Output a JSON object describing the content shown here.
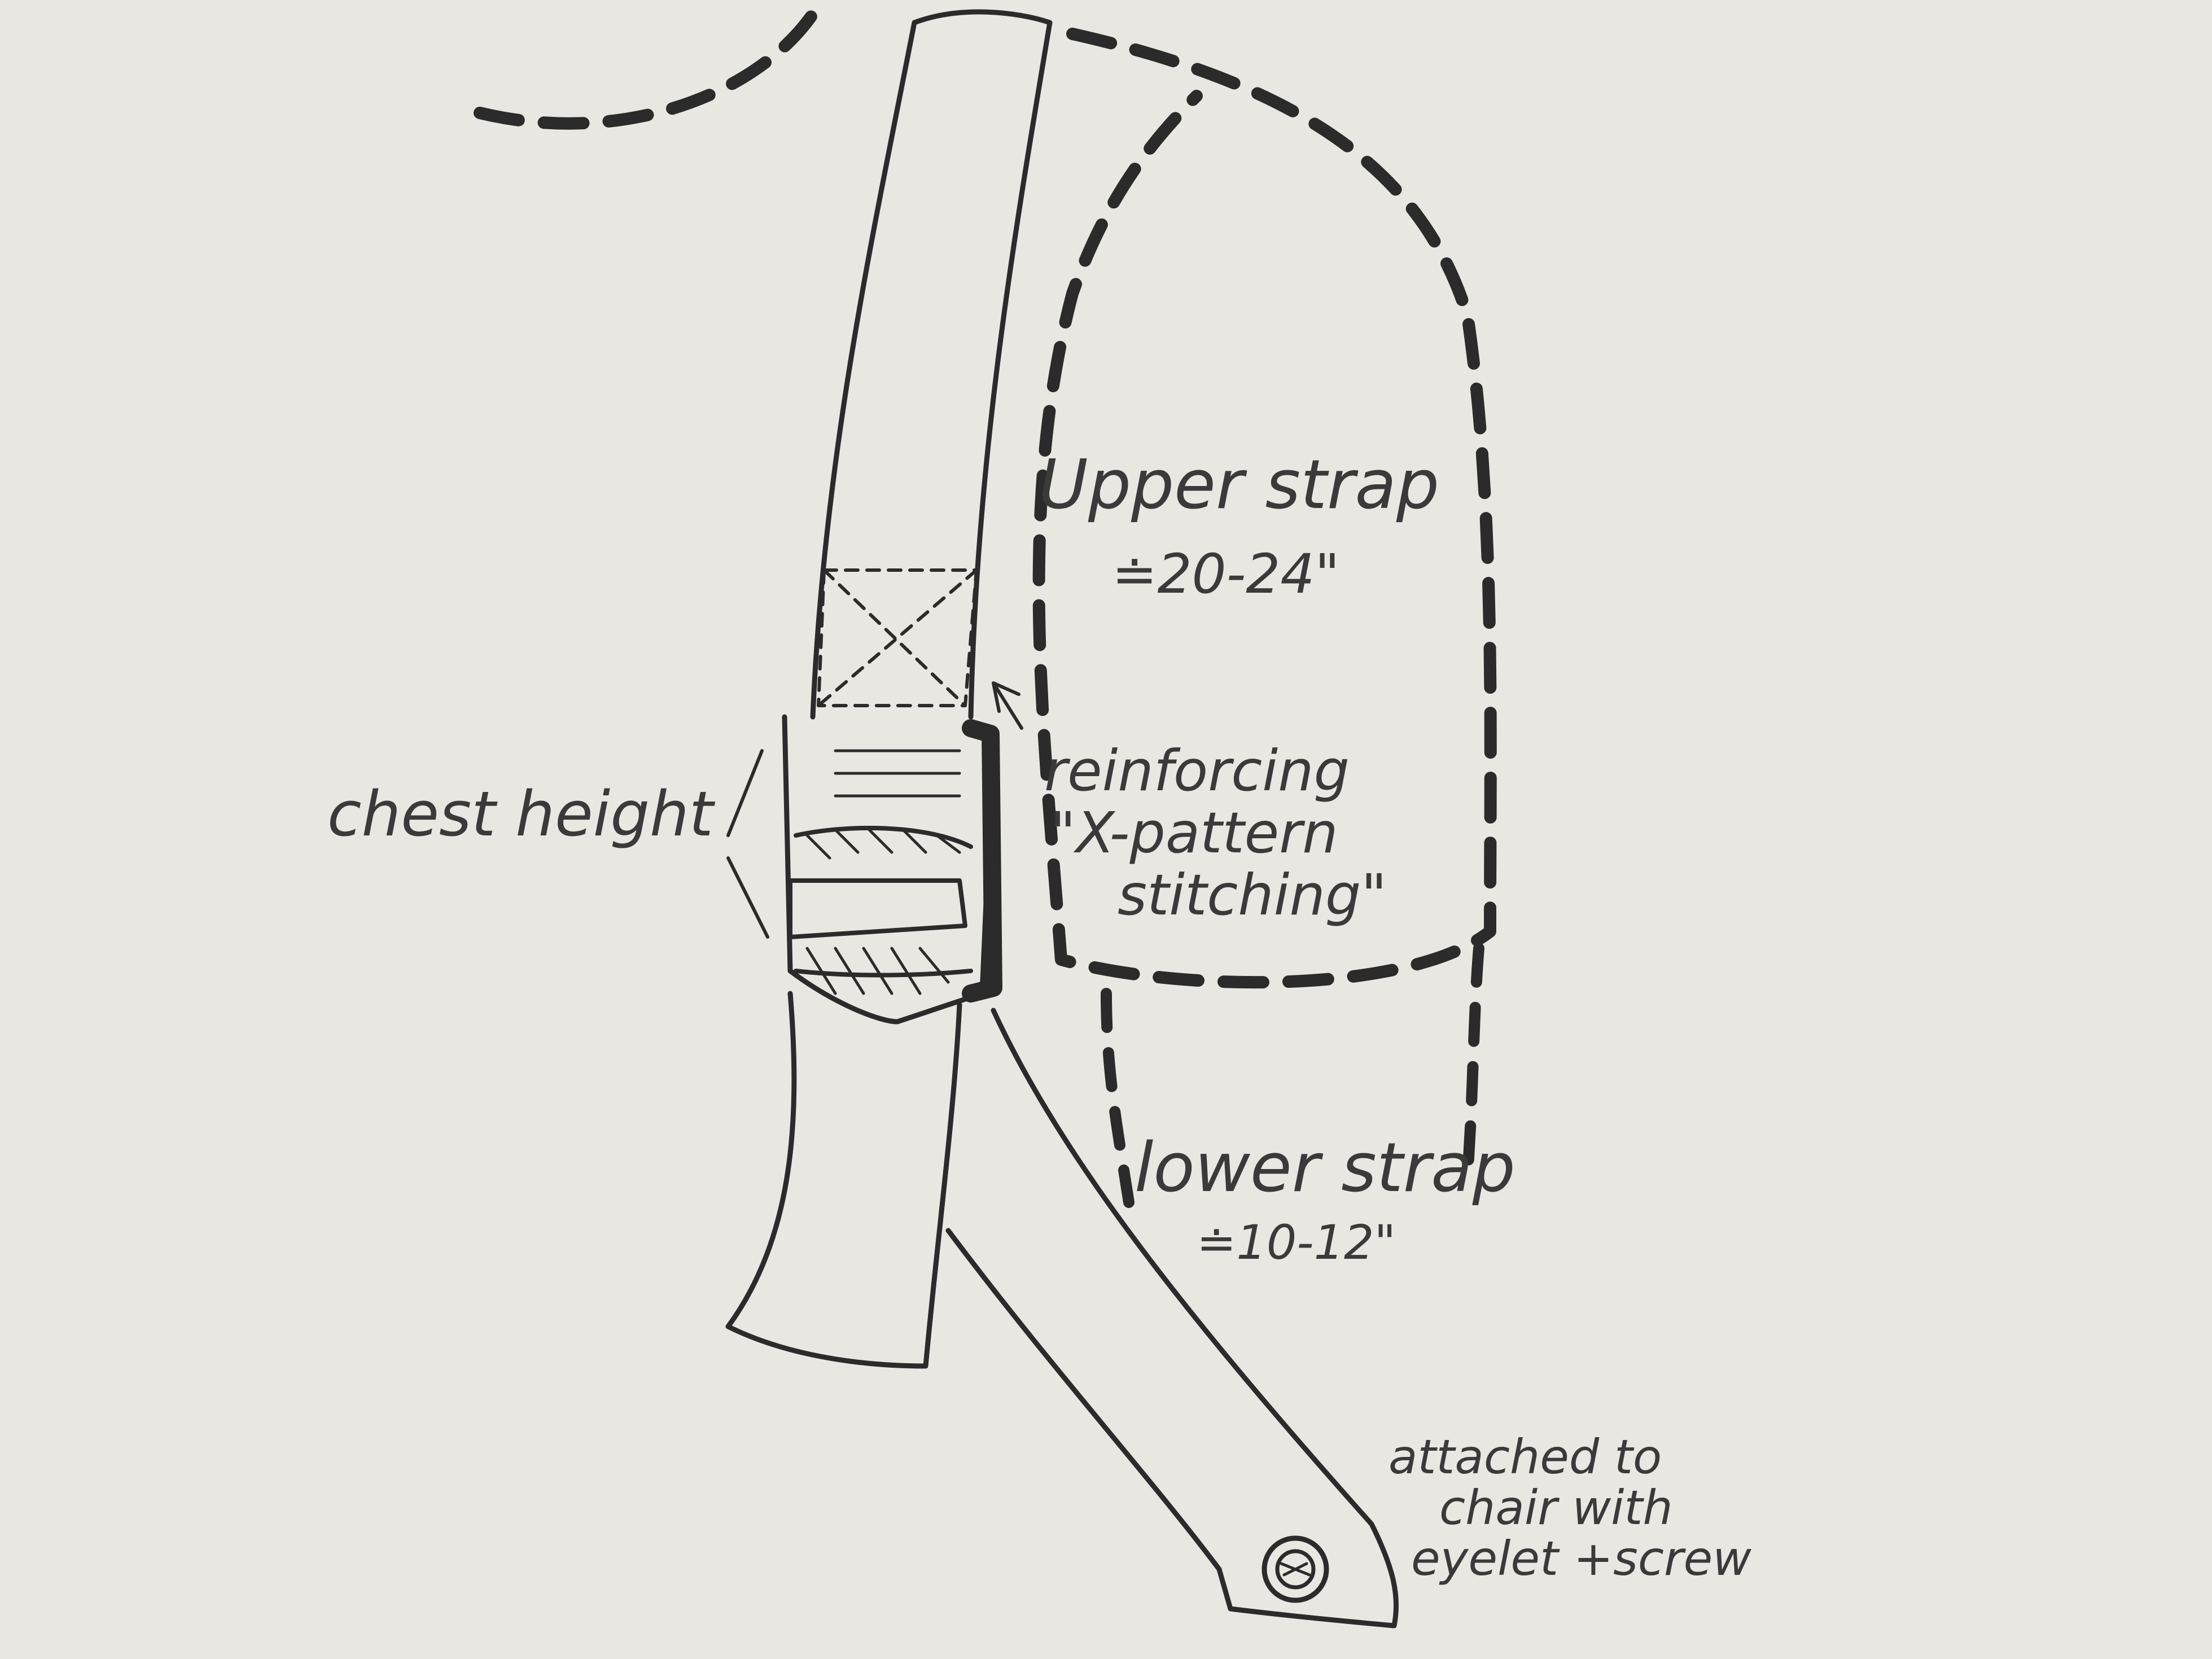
{
  "labels": {
    "upper_strap": "Upper strap",
    "upper_length": "≐20-24\"",
    "reinforcing_line1": "reinforcing",
    "reinforcing_line2": "\"X-pattern",
    "reinforcing_line3": "stitching\"",
    "chest_height": "chest height",
    "lower_strap": "lower strap",
    "lower_length": "≐10-12\"",
    "attach_line1": "attached to",
    "attach_line2": "chair with",
    "attach_line3": "eyelet +screw"
  },
  "colors": {
    "paper": "#e9e7e1",
    "ink": "#2b2b2b"
  }
}
